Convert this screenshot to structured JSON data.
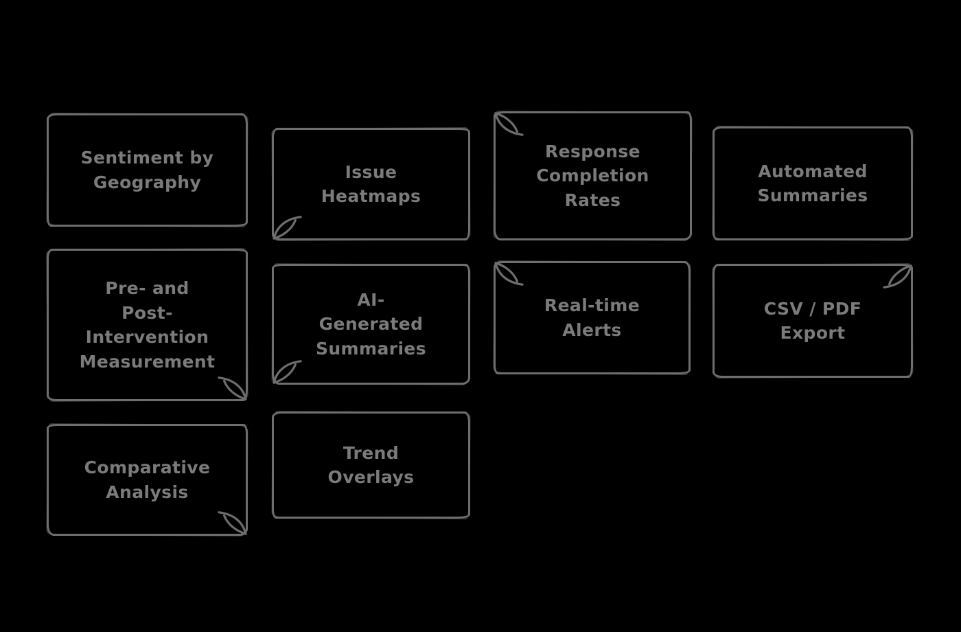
{
  "canvas": {
    "background": "#000000",
    "stroke_color": "#6e6e6e",
    "text_color": "#7b7b7b"
  },
  "boxes": [
    {
      "label": "Sentiment by Geography"
    },
    {
      "label": "Issue Heatmaps"
    },
    {
      "label": "Response Completion Rates"
    },
    {
      "label": "Automated Summaries"
    },
    {
      "label": "Pre- and Post-Intervention Measurement"
    },
    {
      "label": "AI-Generated Summaries"
    },
    {
      "label": "Real-time Alerts"
    },
    {
      "label": "CSV / PDF Export"
    },
    {
      "label": "Comparative Analysis"
    },
    {
      "label": "Trend Overlays"
    }
  ]
}
